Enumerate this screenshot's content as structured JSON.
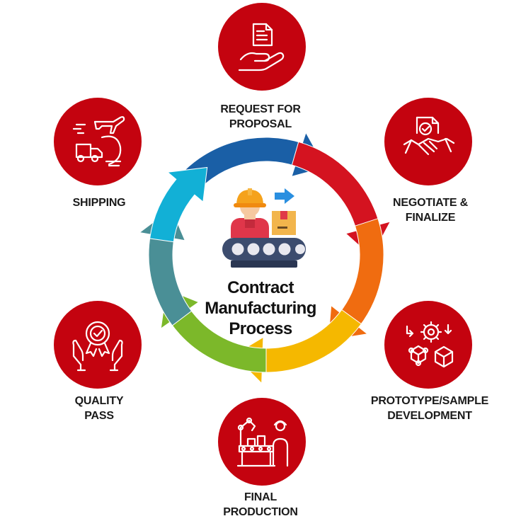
{
  "center": {
    "title_lines": [
      "Contract",
      "Manufacturing",
      "Process"
    ]
  },
  "steps": [
    {
      "label_lines": [
        "REQUEST FOR",
        "PROPOSAL"
      ],
      "icon": "document-hand-icon"
    },
    {
      "label_lines": [
        "NEGOTIATE &",
        "FINALIZE"
      ],
      "icon": "handshake-document-icon"
    },
    {
      "label_lines": [
        "PROTOTYPE/SAMPLE",
        "DEVELOPMENT"
      ],
      "icon": "gear-cube-prototype-icon"
    },
    {
      "label_lines": [
        "FINAL",
        "PRODUCTION"
      ],
      "icon": "assembly-line-worker-icon"
    },
    {
      "label_lines": [
        "QUALITY",
        "PASS"
      ],
      "icon": "quality-badge-hands-icon"
    },
    {
      "label_lines": [
        "SHIPPING"
      ],
      "icon": "truck-plane-globe-icon"
    }
  ],
  "colors": {
    "step_circle": "#c4030f",
    "icon_line": "#ffffff",
    "ring_segments": [
      "#1a5fa6",
      "#d41320",
      "#f06c10",
      "#f5b800",
      "#7cb82a",
      "#4a8f96",
      "#12b0d6"
    ]
  }
}
